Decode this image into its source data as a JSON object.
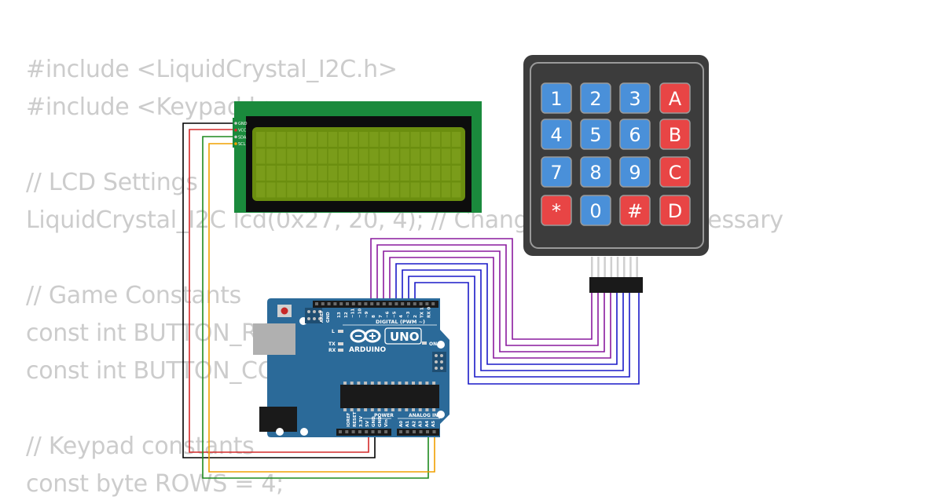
{
  "code_lines": [
    "#include <LiquidCrystal_I2C.h>",
    "#include <Keypad.h>",
    "",
    "// LCD Settings",
    "LiquidCrystal_I2C lcd(0x27, 20, 4); // Change to 0x3F if necessary",
    "",
    "// Game Constants",
    "const int BUTTON_ROWS = 4;",
    "const int BUTTON_COLS = 4;",
    "",
    "// Keypad constants",
    "const byte ROWS = 4;"
  ],
  "lcd": {
    "pin_labels": [
      "GND",
      "VCC",
      "SDA",
      "SCL"
    ]
  },
  "keypad": {
    "keys": [
      [
        "1",
        "2",
        "3",
        "A"
      ],
      [
        "4",
        "5",
        "6",
        "B"
      ],
      [
        "7",
        "8",
        "9",
        "C"
      ],
      [
        "*",
        "0",
        "#",
        "D"
      ]
    ],
    "digit_color": "#4a90d9",
    "letter_color": "#e84545"
  },
  "arduino": {
    "model": "UNO",
    "brand": "ARDUINO",
    "digital_label": "DIGITAL (PWM ~)",
    "power_label": "POWER",
    "analog_label": "ANALOG IN",
    "on_label": "ON",
    "tx_label": "TX",
    "rx_label": "RX",
    "l_label": "L",
    "aref_label": "AREF",
    "gnd_label": "GND",
    "ioref_label": "IOREF",
    "reset_label": "RESET",
    "v33_label": "3.3V",
    "v5_label": "5V",
    "vin_label": "Vin",
    "analog_pins": [
      "A0",
      "A1",
      "A2",
      "A3",
      "A4",
      "A5"
    ],
    "digital_pins": [
      "13",
      "12",
      "~11",
      "~10",
      "~9",
      "8",
      "7",
      "~6",
      "~5",
      "4",
      "~3",
      "2",
      "TX 1",
      "RX 0"
    ],
    "board_color": "#2b6a99"
  },
  "wire_colors": {
    "gnd": "#000000",
    "vcc": "#d42a2a",
    "sda": "#1e8a1e",
    "scl": "#f0a000",
    "keypad_a": "#8a1a9e",
    "keypad_b": "#1a1ac8"
  }
}
